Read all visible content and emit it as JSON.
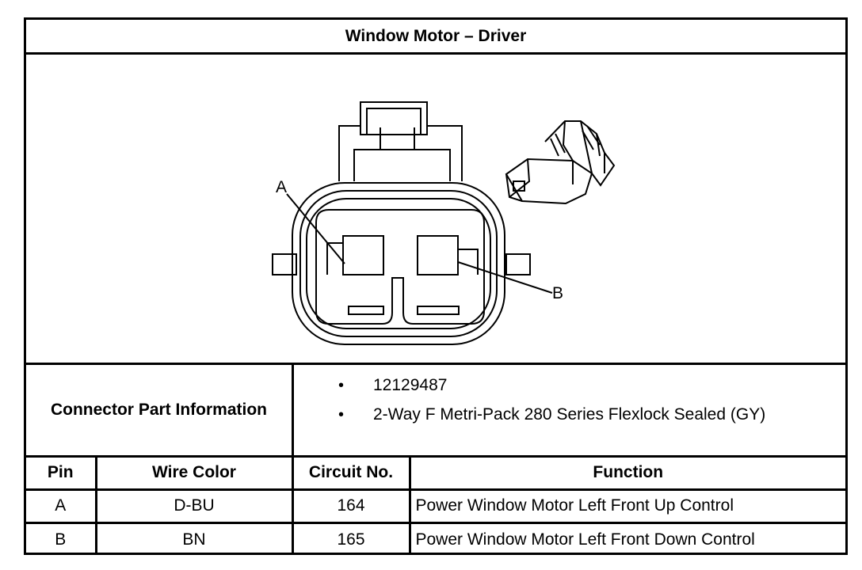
{
  "title": "Window Motor – Driver",
  "diagram": {
    "pin_labels": [
      "A",
      "B"
    ]
  },
  "connector_info": {
    "label": "Connector Part Information",
    "items": [
      "12129487",
      "2-Way F Metri-Pack 280 Series Flexlock Sealed (GY)"
    ],
    "bullet": "•"
  },
  "pin_table": {
    "headers": [
      "Pin",
      "Wire Color",
      "Circuit No.",
      "Function"
    ],
    "rows": [
      {
        "pin": "A",
        "wire_color": "D-BU",
        "circuit": "164",
        "function": "Power Window Motor Left Front Up Control"
      },
      {
        "pin": "B",
        "wire_color": "BN",
        "circuit": "165",
        "function": "Power Window Motor Left Front Down Control"
      }
    ]
  }
}
